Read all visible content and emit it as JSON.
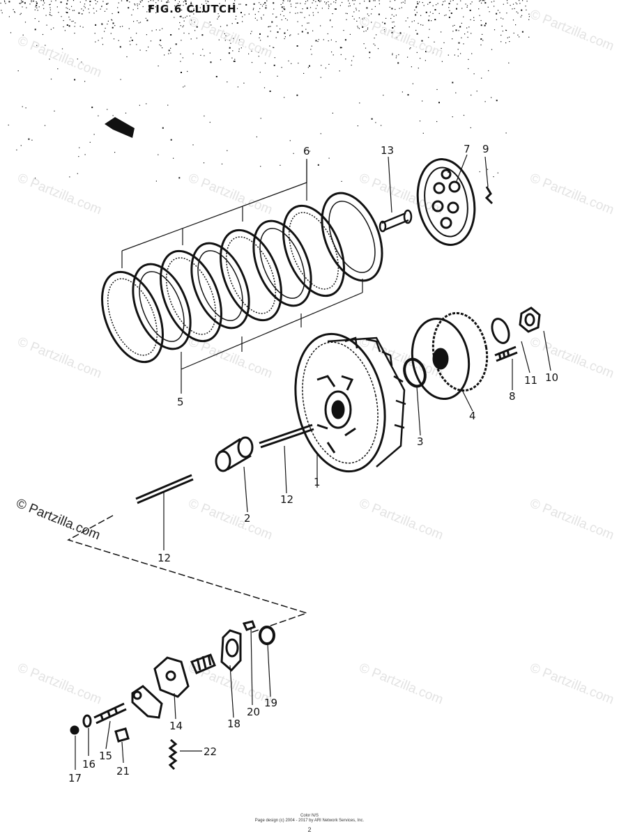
{
  "title": "FIG.6 CLUTCH",
  "watermark": "© Partzilla.com",
  "labels": {
    "p1": "1",
    "p2": "2",
    "p3": "3",
    "p4": "4",
    "p5": "5",
    "p6": "6",
    "p7": "7",
    "p8": "8",
    "p9": "9",
    "p10": "10",
    "p11": "11",
    "p12a": "12",
    "p12b": "12",
    "p13": "13",
    "p14": "14",
    "p15": "15",
    "p16": "16",
    "p17": "17",
    "p18": "18",
    "p19": "19",
    "p20": "20",
    "p21": "21",
    "p22": "22"
  },
  "footer": {
    "line1": "Color N/S",
    "line2": "Page design (c) 2004 - 2017 by ARI Network Services, Inc.",
    "page": "2"
  }
}
